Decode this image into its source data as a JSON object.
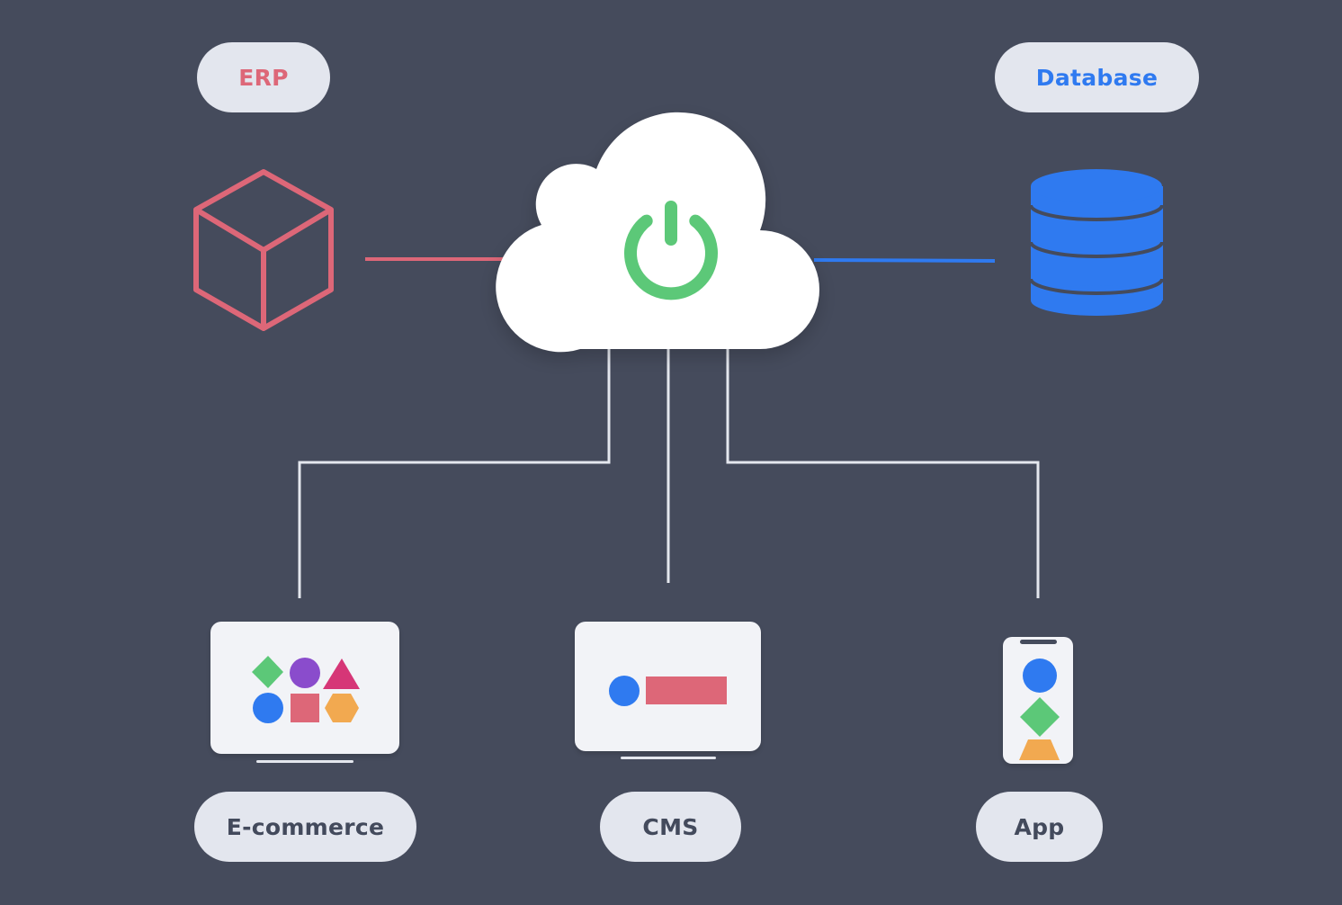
{
  "colors": {
    "background": "#454b5c",
    "pill_background": "#e3e6ee",
    "erp": "#dd6778",
    "database": "#2f7af0",
    "power": "#5cc878",
    "dark_label": "#434a5c",
    "connector": "#e4e7ee",
    "cloud": "#ffffff",
    "device_screen": "#f2f3f7",
    "shape_green": "#5cc878",
    "shape_purple": "#8a4ccc",
    "shape_magenta": "#d63677",
    "shape_blue": "#2f7af0",
    "shape_red": "#dd6778",
    "shape_orange": "#f2a950"
  },
  "nodes": {
    "erp": {
      "label": "ERP",
      "icon": "cube-icon"
    },
    "database": {
      "label": "Database",
      "icon": "database-icon"
    },
    "cloud": {
      "icon": "power-icon"
    },
    "ecommerce": {
      "label": "E-commerce",
      "icon": "monitor-shapes-icon"
    },
    "cms": {
      "label": "CMS",
      "icon": "monitor-layout-icon"
    },
    "app": {
      "label": "App",
      "icon": "phone-icon"
    }
  }
}
